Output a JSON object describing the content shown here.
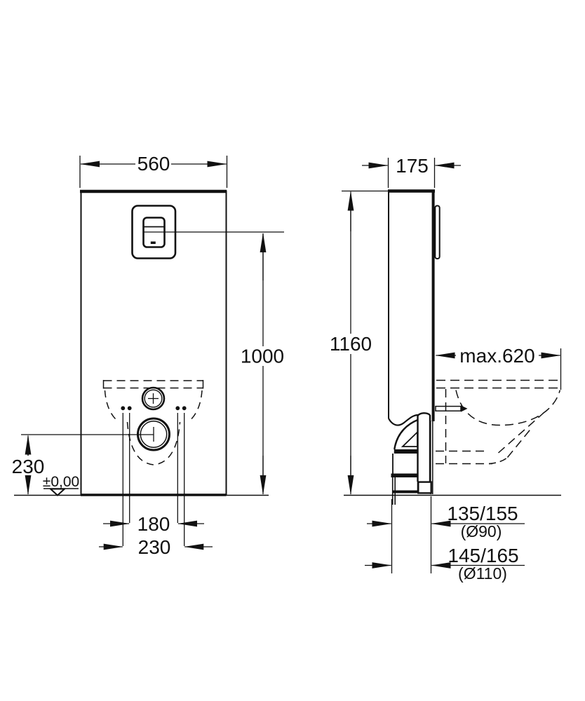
{
  "drawing": {
    "type": "technical-installation-diagram",
    "colors": {
      "line": "#111111",
      "background": "#ffffff"
    },
    "labels": {
      "front_width": "560",
      "front_height": "1000",
      "drain_center_height": "230",
      "datum": "±0,00",
      "bolt_inner": "180",
      "bolt_outer": "230",
      "side_depth": "175",
      "side_height": "1160",
      "bowl_max_depth": "max.620",
      "outlet_90": "135/155",
      "outlet_90_dia": "(Ø90)",
      "outlet_110": "145/165",
      "outlet_110_dia": "(Ø110)"
    }
  }
}
